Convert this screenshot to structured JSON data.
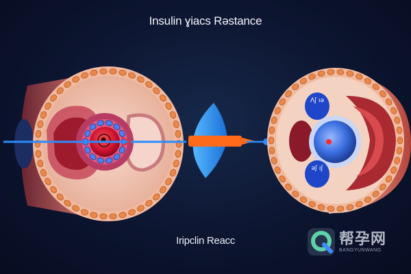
{
  "title": "Insulin ɣiacs Rəstance",
  "subtitle": "Iriрclin Reacc",
  "left_cell_labels": [],
  "right_cell_labels": {
    "top": "Ʌʃ ıə",
    "bottom": "əʃ ıʃ"
  },
  "watermark": {
    "chinese": "帮孕网",
    "english": "BANGYUNWANG"
  },
  "colors": {
    "background": "#0c1530",
    "membrane_orange": "#e8884a",
    "cytoplasm": "#f2c9b8",
    "nucleus_red": "#c8102e",
    "receptor_blue": "#3a6fe0",
    "signal_line": "#2a8cff",
    "arrow_orange": "#ff6a1a"
  }
}
